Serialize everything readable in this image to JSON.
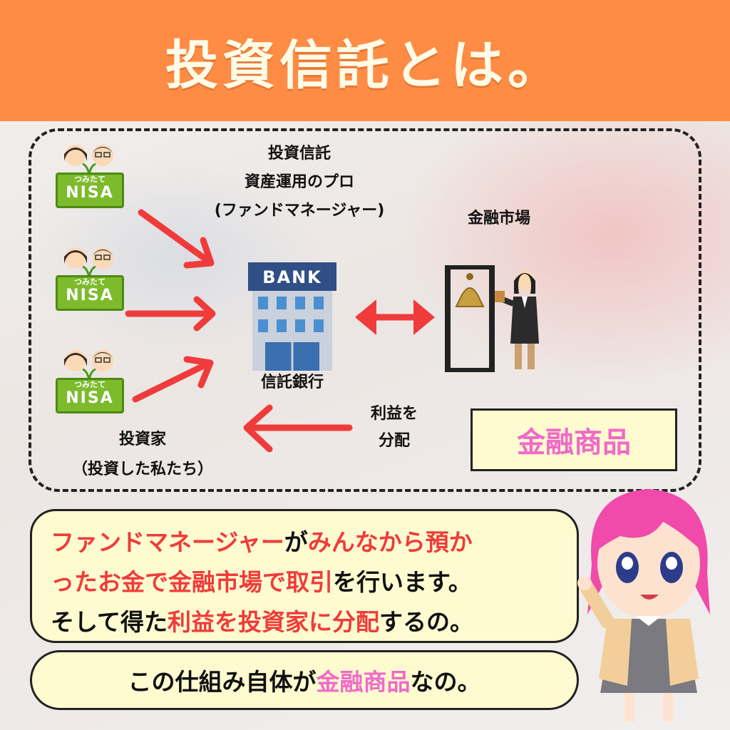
{
  "header": {
    "title": "投資信託とは。"
  },
  "diagram": {
    "fund_title": "投資信託",
    "fund_sub1": "資産運用のプロ",
    "fund_sub2": "(ファンドマネージャー)",
    "market_label": "金融市場",
    "bank_sign": "BANK",
    "bank_label": "信託銀行",
    "profit_line1": "利益を",
    "profit_line2": "分配",
    "investor_label1": "投資家",
    "investor_label2": "（投資した私たち）",
    "nisa_small": "つみたて",
    "nisa_big": "NISA",
    "financial_product": "金融商品"
  },
  "speech1": {
    "line1": [
      {
        "text": "ファンドマネージャー",
        "color": "red"
      },
      {
        "text": "が",
        "color": "black"
      },
      {
        "text": "みんなから預か",
        "color": "red"
      }
    ],
    "line2": [
      {
        "text": "ったお金で金融市場で取引",
        "color": "red"
      },
      {
        "text": "を行います。",
        "color": "black"
      }
    ],
    "line3": [
      {
        "text": "そして得た",
        "color": "black"
      },
      {
        "text": "利益を投資家に分配",
        "color": "red"
      },
      {
        "text": "するの。",
        "color": "black"
      }
    ]
  },
  "speech2": {
    "before": "この仕組み自体が",
    "highlight": "金融商品",
    "after": "なの。"
  },
  "colors": {
    "header_bg": "#ff8c45",
    "arrow_red": "#f03b3b",
    "pink": "#f06ac8",
    "bubble_bg": "#fffbd0"
  }
}
